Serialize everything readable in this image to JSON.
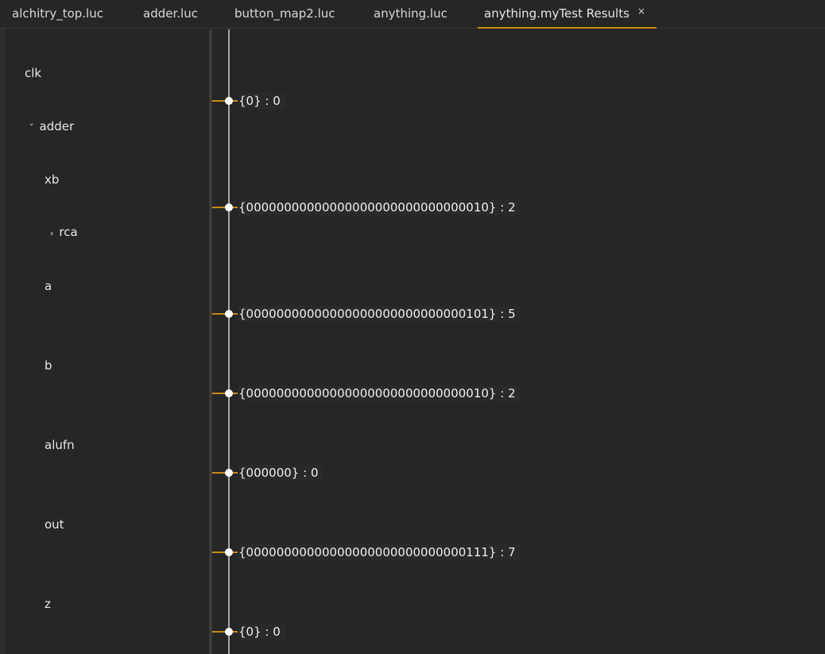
{
  "tabs": [
    {
      "label": "alchitry_top.luc"
    },
    {
      "label": "adder.luc"
    },
    {
      "label": "button_map2.luc"
    },
    {
      "label": "anything.luc"
    },
    {
      "label": "anything.myTest Results",
      "close": "×"
    }
  ],
  "signals": {
    "clk": "clk",
    "adder": "adder",
    "xb": "xb",
    "rca": "rca",
    "a": "a",
    "b": "b",
    "alufn": "alufn",
    "out": "out",
    "z": "z"
  },
  "chevrons": {
    "expanded": "˅",
    "collapsed": "›"
  },
  "values": {
    "clk": "{0} : 0",
    "xb": "{00000000000000000000000000000010} : 2",
    "a": "{00000000000000000000000000000101} : 5",
    "b": "{00000000000000000000000000000010} : 2",
    "alufn": "{000000} : 0",
    "out": "{00000000000000000000000000000111} : 7",
    "z": "{0} : 0"
  },
  "colors": {
    "background": "#262626",
    "accent": "#c98a1b",
    "axis": "#a8a8a8",
    "dot": "#ffffff"
  }
}
